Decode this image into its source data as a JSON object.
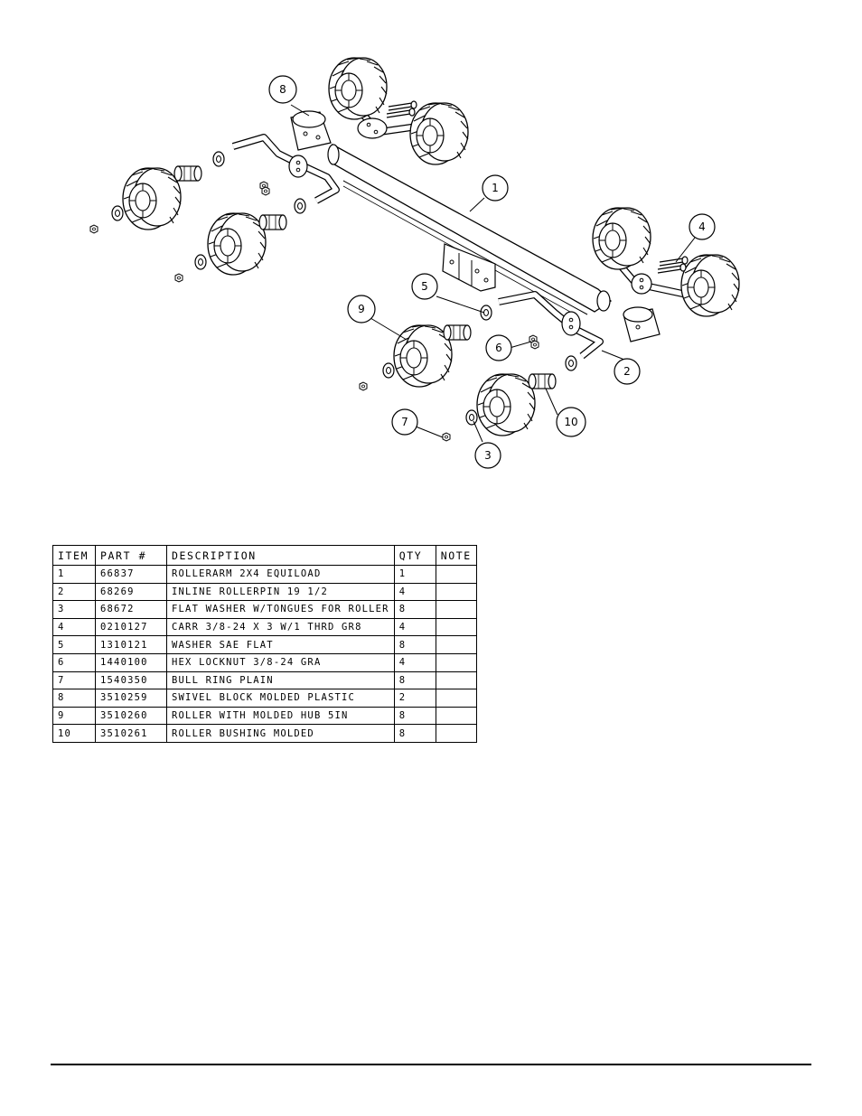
{
  "callouts": [
    {
      "label": "1"
    },
    {
      "label": "2"
    },
    {
      "label": "3"
    },
    {
      "label": "4"
    },
    {
      "label": "5"
    },
    {
      "label": "6"
    },
    {
      "label": "7"
    },
    {
      "label": "8"
    },
    {
      "label": "9"
    },
    {
      "label": "10"
    }
  ],
  "table": {
    "headers": {
      "item": "ITEM",
      "part": "PART #",
      "description": "DESCRIPTION",
      "qty": "QTY",
      "note": "NOTE"
    },
    "rows": [
      {
        "item": "1",
        "part": "66837",
        "description": "ROLLERARM  2X4 EQUILOAD",
        "qty": "1",
        "note": ""
      },
      {
        "item": "2",
        "part": "68269",
        "description": "INLINE ROLLERPIN 19 1/2",
        "qty": "4",
        "note": ""
      },
      {
        "item": "3",
        "part": "68672",
        "description": "FLAT WASHER W/TONGUES FOR ROLLER",
        "qty": "8",
        "note": ""
      },
      {
        "item": "4",
        "part": "0210127",
        "description": "CARR 3/8-24 X 3 W/1 THRD GR8",
        "qty": "4",
        "note": ""
      },
      {
        "item": "5",
        "part": "1310121",
        "description": "WASHER SAE FLAT",
        "qty": "8",
        "note": ""
      },
      {
        "item": "6",
        "part": "1440100",
        "description": "HEX LOCKNUT 3/8-24 GRA",
        "qty": "4",
        "note": ""
      },
      {
        "item": "7",
        "part": "1540350",
        "description": "BULL RING PLAIN",
        "qty": "8",
        "note": ""
      },
      {
        "item": "8",
        "part": "3510259",
        "description": "SWIVEL BLOCK MOLDED PLASTIC",
        "qty": "2",
        "note": ""
      },
      {
        "item": "9",
        "part": "3510260",
        "description": "ROLLER WITH MOLDED HUB  5IN",
        "qty": "8",
        "note": ""
      },
      {
        "item": "10",
        "part": "3510261",
        "description": "ROLLER BUSHING MOLDED",
        "qty": "8",
        "note": ""
      }
    ]
  }
}
